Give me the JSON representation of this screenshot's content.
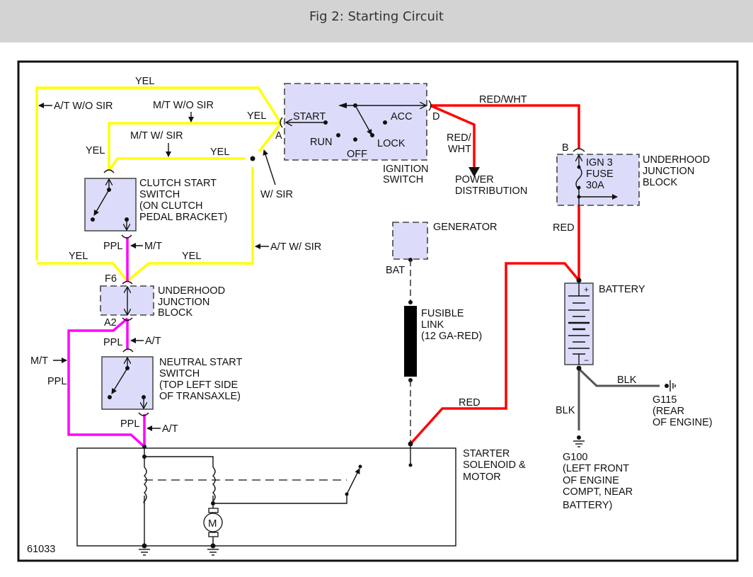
{
  "header": {
    "title": "Fig 2: Starting Circuit"
  },
  "diagram": {
    "figure_number": "61033",
    "colors": {
      "yel": "#ffff00",
      "ppl": "#ff00ff",
      "red": "#ff0000",
      "blk": "#555555",
      "component_fill": "#dcdcfa",
      "header_bg": "#d3d3d3"
    },
    "wires": {
      "yel_top": "YEL",
      "yel_mid": "YEL",
      "yel_left": "YEL",
      "yel_inner": "YEL",
      "yel_bottom_left": "YEL",
      "yel_bottom_right": "YEL",
      "ppl_m_t": "PPL",
      "ppl_a_t_top": "PPL",
      "ppl_left": "PPL",
      "ppl_a_t_bottom": "PPL",
      "red_wht_top": "RED/WHT",
      "red_wht_branch_1": "RED/",
      "red_wht_branch_2": "WHT",
      "red_fuse": "RED",
      "red_starter": "RED",
      "blk_g115": "BLK",
      "blk_g100": "BLK"
    },
    "callouts": {
      "at_wo_sir": "A/T W/O SIR",
      "mt_wo_sir": "M/T W/O SIR",
      "mt_w_sir": "M/T W/ SIR",
      "w_sir": "W/ SIR",
      "at_w_sir": "A/T W/ SIR",
      "mt_clutch": "M/T",
      "at_neutral_top": "A/T",
      "mt_left": "M/T",
      "at_neutral_bottom": "A/T"
    },
    "connectors": {
      "ignition_a": "A",
      "ignition_d": "D",
      "fuse_b": "B",
      "junction_f6": "F6",
      "junction_a2": "A2",
      "generator_bat": "BAT"
    },
    "ignition_switch": {
      "label_1": "IGNITION",
      "label_2": "SWITCH",
      "positions": {
        "start": "START",
        "acc": "ACC",
        "run": "RUN",
        "off": "OFF",
        "lock": "LOCK"
      }
    },
    "power_distribution": {
      "line_1": "POWER",
      "line_2": "DISTRIBUTION"
    },
    "fuse_block": {
      "fuse_1": "IGN 3",
      "fuse_2": "FUSE",
      "fuse_3": "30A",
      "label_1": "UNDERHOOD",
      "label_2": "JUNCTION",
      "label_3": "BLOCK"
    },
    "clutch_switch": {
      "line_1": "CLUTCH START",
      "line_2": "SWITCH",
      "line_3": "(ON CLUTCH",
      "line_4": "PEDAL BRACKET)"
    },
    "junction_block": {
      "line_1": "UNDERHOOD",
      "line_2": "JUNCTION",
      "line_3": "BLOCK"
    },
    "neutral_switch": {
      "line_1": "NEUTRAL START",
      "line_2": "SWITCH",
      "line_3": "(TOP LEFT SIDE",
      "line_4": "OF TRANSAXLE)"
    },
    "generator": {
      "label": "GENERATOR"
    },
    "fusible_link": {
      "line_1": "FUSIBLE",
      "line_2": "LINK",
      "line_3": "(12 GA-RED)"
    },
    "battery": {
      "label": "BATTERY",
      "plus": "+",
      "minus": "−"
    },
    "grounds": {
      "g115": {
        "line_1": "G115",
        "line_2": "(REAR",
        "line_3": "OF ENGINE)"
      },
      "g100": {
        "line_1": "G100",
        "line_2": "(LEFT FRONT",
        "line_3": "OF ENGINE",
        "line_4": "COMPT, NEAR",
        "line_5": "BATTERY)"
      }
    },
    "starter": {
      "line_1": "STARTER",
      "line_2": "SOLENOID &",
      "line_3": "MOTOR",
      "motor_symbol": "M"
    }
  }
}
